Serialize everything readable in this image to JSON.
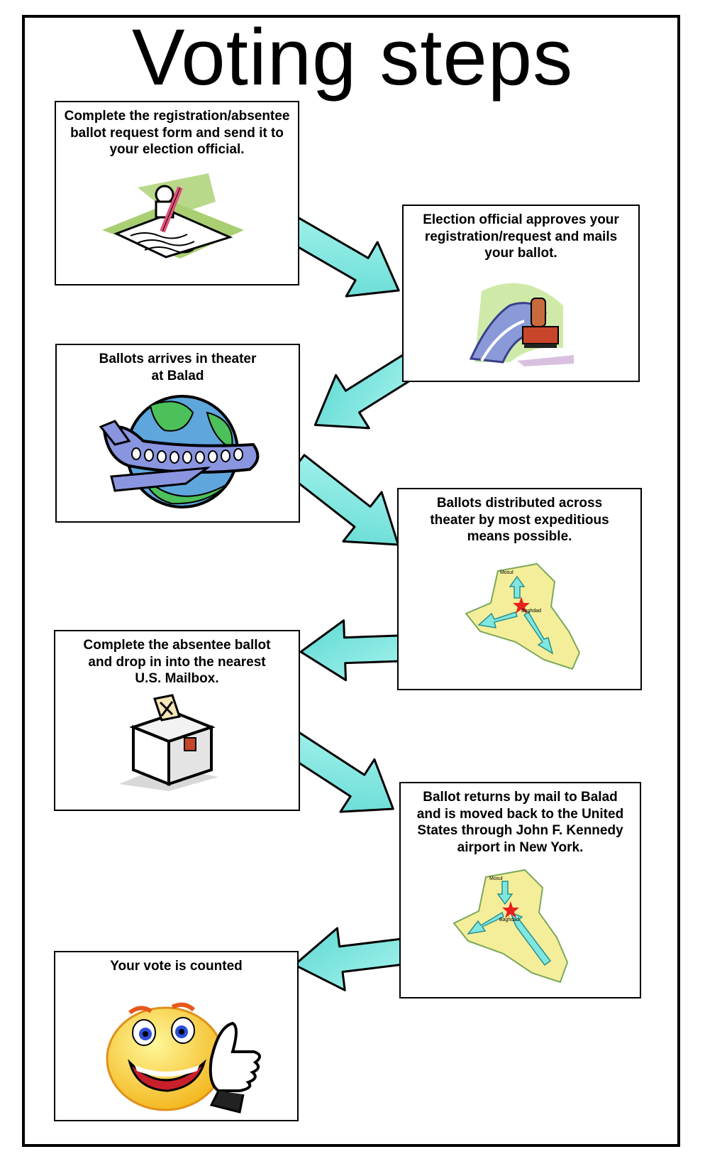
{
  "title": "Voting steps",
  "steps": [
    {
      "text": "Complete the registration/absentee\nballot request form and send it to\nyour election official.",
      "icon": "signing-document-icon"
    },
    {
      "text": "Election official approves your\nregistration/request and mails\nyour ballot.",
      "icon": "approval-stamp-icon"
    },
    {
      "text": "Ballots arrives in theater\nat Balad",
      "icon": "airplane-globe-icon"
    },
    {
      "text": "Ballots distributed across\ntheater by most expeditious\nmeans possible.",
      "icon": "iraq-map-distribution-icon"
    },
    {
      "text": "Complete the absentee ballot\nand drop in into the nearest\nU.S. Mailbox.",
      "icon": "ballot-box-icon"
    },
    {
      "text": "Ballot returns by mail to Balad\nand is moved back to the United\nStates through John F. Kennedy\nairport in New York.",
      "icon": "iraq-map-return-icon"
    },
    {
      "text": "Your vote is counted",
      "icon": "smiley-thumbs-up-icon"
    }
  ],
  "map_labels": {
    "north": "Mosul",
    "center": "Baghdad"
  },
  "colors": {
    "arrow_fill": "#7fe6e0",
    "arrow_edge": "#2a8f8a",
    "border": "#000000",
    "map_fill": "#f4ee9a",
    "star": "#e8201c"
  }
}
